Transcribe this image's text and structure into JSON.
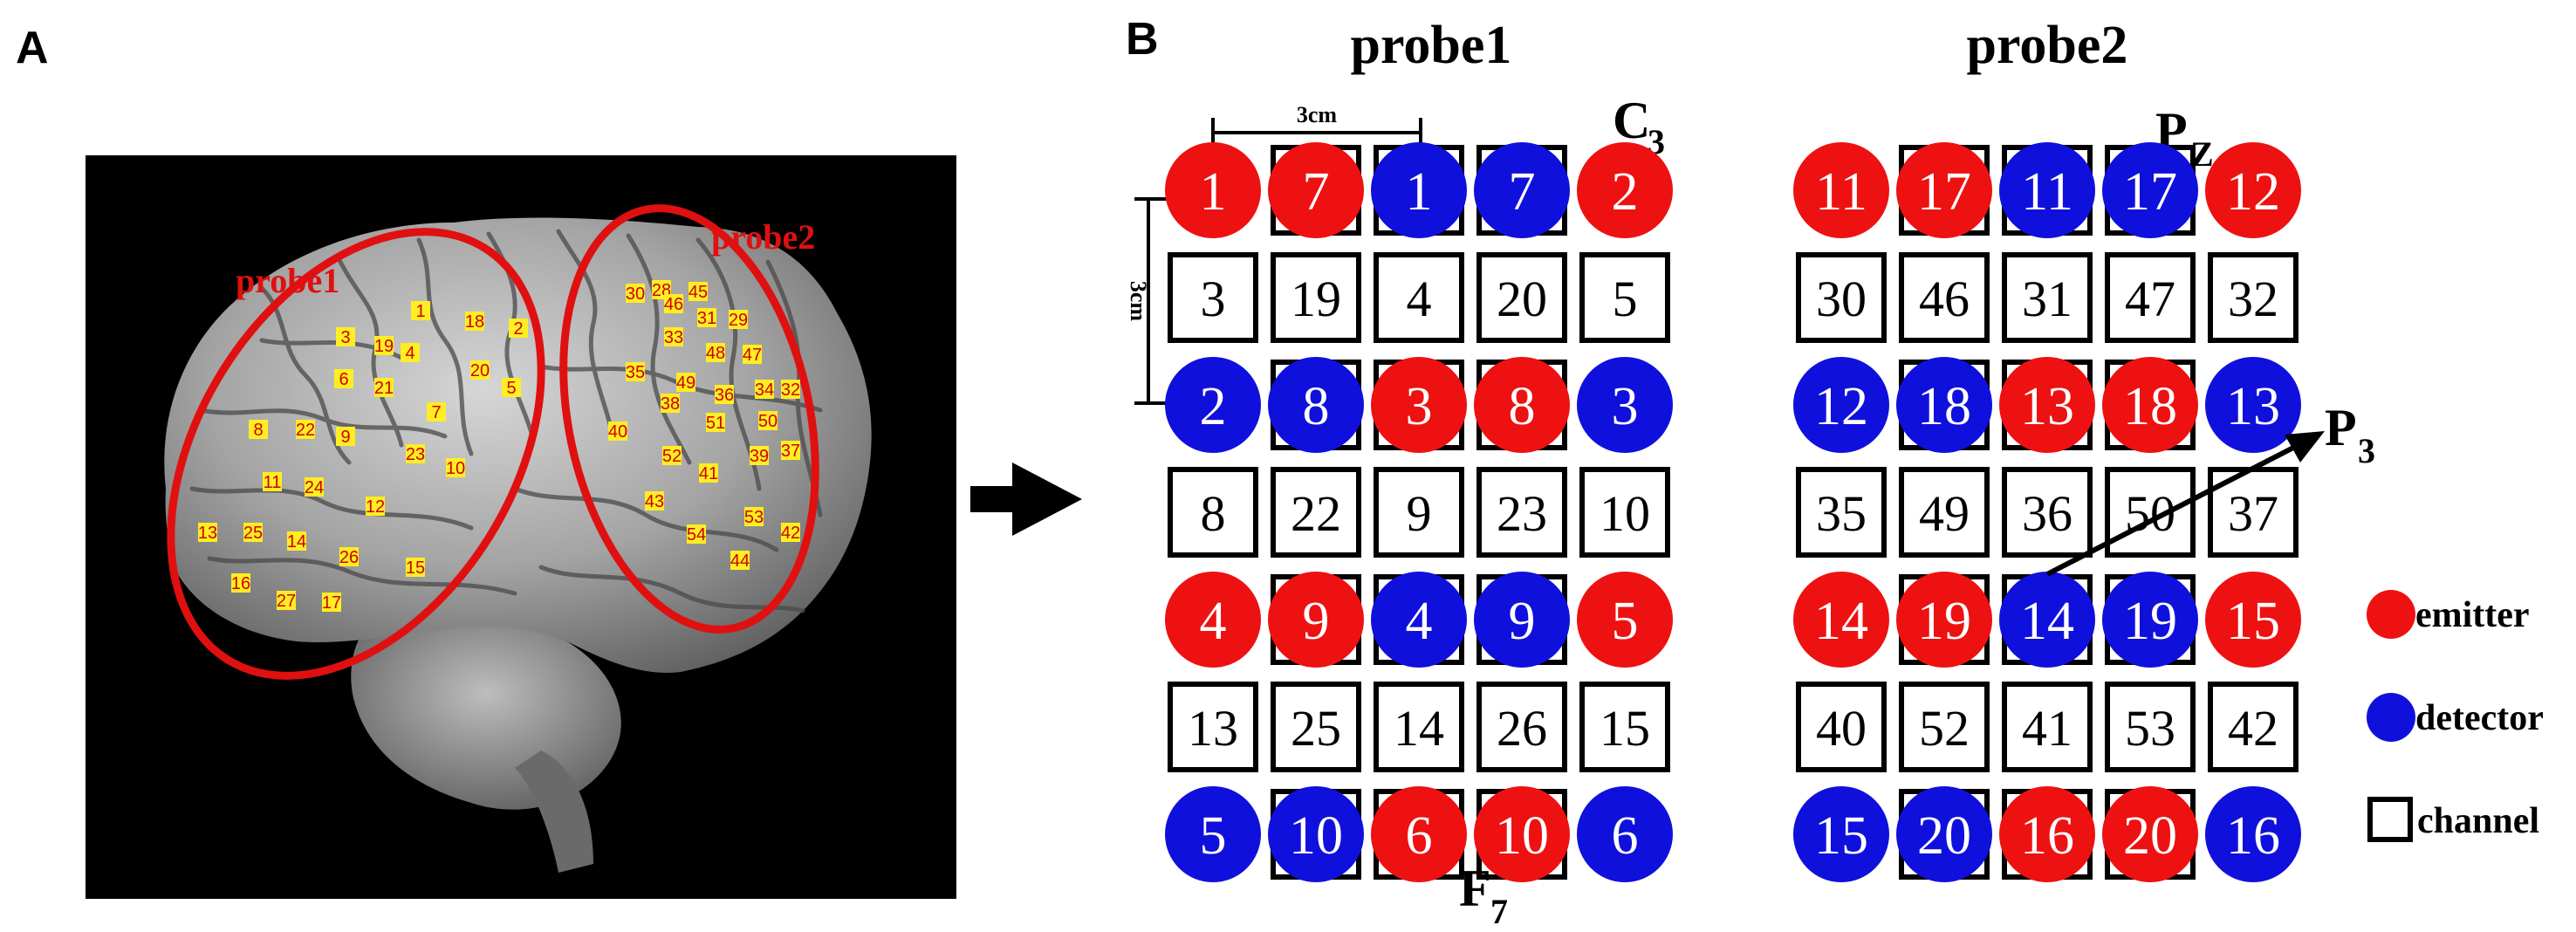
{
  "panel_a": {
    "label": "A",
    "probe1_label": "probe1",
    "probe2_label": "probe2",
    "brain_channels": {
      "probe1": [
        "1",
        "18",
        "2",
        "3",
        "19",
        "4",
        "6",
        "21",
        "20",
        "5",
        "7",
        "8",
        "22",
        "9",
        "23",
        "10",
        "11",
        "24",
        "12",
        "13",
        "25",
        "14",
        "26",
        "15",
        "16",
        "27",
        "17"
      ],
      "probe2": [
        "30",
        "28",
        "45",
        "46",
        "31",
        "29",
        "33",
        "48",
        "47",
        "35",
        "49",
        "36",
        "34",
        "32",
        "38",
        "51",
        "50",
        "40",
        "52",
        "39",
        "37",
        "41",
        "43",
        "53",
        "42",
        "54",
        "44"
      ]
    }
  },
  "panel_b": {
    "label": "B",
    "probe1": {
      "title": "probe1",
      "scale_h": "3cm",
      "scale_v": "3cm",
      "landmark_top": {
        "main": "C",
        "sub": "3"
      },
      "landmark_bottom": {
        "main": "F",
        "sub": "7"
      },
      "rows": [
        {
          "kind": "optode",
          "items": [
            {
              "t": "e",
              "n": "1"
            },
            {
              "t": "e",
              "n": "7"
            },
            {
              "t": "d",
              "n": "1"
            },
            {
              "t": "d",
              "n": "7"
            },
            {
              "t": "e",
              "n": "2"
            }
          ]
        },
        {
          "kind": "channel",
          "items": [
            "3",
            "19",
            "4",
            "20",
            "5"
          ]
        },
        {
          "kind": "optode",
          "items": [
            {
              "t": "d",
              "n": "2"
            },
            {
              "t": "d",
              "n": "8"
            },
            {
              "t": "e",
              "n": "3"
            },
            {
              "t": "e",
              "n": "8"
            },
            {
              "t": "d",
              "n": "3"
            }
          ]
        },
        {
          "kind": "channel",
          "items": [
            "8",
            "22",
            "9",
            "23",
            "10"
          ]
        },
        {
          "kind": "optode",
          "items": [
            {
              "t": "e",
              "n": "4"
            },
            {
              "t": "e",
              "n": "9"
            },
            {
              "t": "d",
              "n": "4"
            },
            {
              "t": "d",
              "n": "9"
            },
            {
              "t": "e",
              "n": "5"
            }
          ]
        },
        {
          "kind": "channel",
          "items": [
            "13",
            "25",
            "14",
            "26",
            "15"
          ]
        },
        {
          "kind": "optode",
          "items": [
            {
              "t": "d",
              "n": "5"
            },
            {
              "t": "d",
              "n": "10"
            },
            {
              "t": "e",
              "n": "6"
            },
            {
              "t": "e",
              "n": "10"
            },
            {
              "t": "d",
              "n": "6"
            }
          ]
        }
      ]
    },
    "probe2": {
      "title": "probe2",
      "landmark_top": {
        "main": "P",
        "sub": "Z"
      },
      "landmark_arrow": {
        "main": "P",
        "sub": "3"
      },
      "rows": [
        {
          "kind": "optode",
          "items": [
            {
              "t": "e",
              "n": "11"
            },
            {
              "t": "e",
              "n": "17"
            },
            {
              "t": "d",
              "n": "11"
            },
            {
              "t": "d",
              "n": "17"
            },
            {
              "t": "e",
              "n": "12"
            }
          ]
        },
        {
          "kind": "channel",
          "items": [
            "30",
            "46",
            "31",
            "47",
            "32"
          ]
        },
        {
          "kind": "optode",
          "items": [
            {
              "t": "d",
              "n": "12"
            },
            {
              "t": "d",
              "n": "18"
            },
            {
              "t": "e",
              "n": "13"
            },
            {
              "t": "e",
              "n": "18"
            },
            {
              "t": "d",
              "n": "13"
            }
          ]
        },
        {
          "kind": "channel",
          "items": [
            "35",
            "49",
            "36",
            "50",
            "37"
          ]
        },
        {
          "kind": "optode",
          "items": [
            {
              "t": "e",
              "n": "14"
            },
            {
              "t": "e",
              "n": "19"
            },
            {
              "t": "d",
              "n": "14"
            },
            {
              "t": "d",
              "n": "19"
            },
            {
              "t": "e",
              "n": "15"
            }
          ]
        },
        {
          "kind": "channel",
          "items": [
            "40",
            "52",
            "41",
            "53",
            "42"
          ]
        },
        {
          "kind": "optode",
          "items": [
            {
              "t": "d",
              "n": "15"
            },
            {
              "t": "d",
              "n": "20"
            },
            {
              "t": "e",
              "n": "16"
            },
            {
              "t": "e",
              "n": "20"
            },
            {
              "t": "d",
              "n": "16"
            }
          ]
        }
      ]
    },
    "legend": {
      "emitter": "emitter",
      "detector": "detector",
      "channel": "channel"
    }
  },
  "colors": {
    "emitter": "#ee1111",
    "detector": "#1010dd",
    "probe_outline": "#e01010",
    "channel_marker": "#ffee22",
    "background_a": "#000000"
  }
}
